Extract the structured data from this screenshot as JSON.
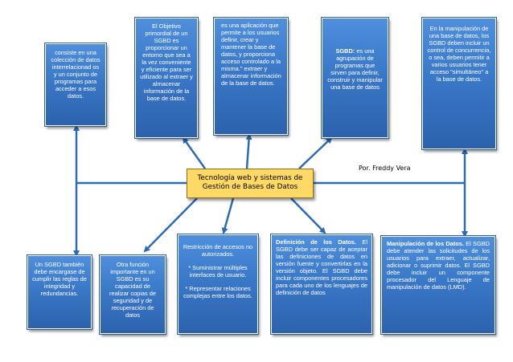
{
  "diagram": {
    "central": "Tecnología web y sistemas de Gestión de Bases de Datos",
    "author": "Por. Freddy Vera",
    "nodes": {
      "top1": "consiste en una colección de datos interrelacionad os y un conjunto de programas para acceder a esos datos.",
      "top2": "El Objetivo primordial de un SGBD es proporcionar un entorno que sea a la vez conveniente y eficiente para ser utilizado al extraer y almacenar información de la base de datos.",
      "top3": "es una aplicación que permite a los usuarios definir, crear y mantener la base de datos, y proporciona acceso controlado a la misma.\" extraer y almacenar información de la base de datos.",
      "top4_bold": "SGBD:",
      "top4": "es una agrupación de programas que sirven para definir, construir y manipular una base de datos",
      "top5": "En la manipulación de una base de datos, los SGBD deben incluir un control de concurrencia, o sea, deben permitir a varios usuarios tener acceso \"simultáneo\" a la base de datos.",
      "bottom1": "Un SGBD también debe encargase de cumplir las reglas de integridad y redundancias.",
      "bottom2": "Otra función importante en un SGBD es su capacidad de realizar copias de seguridad y de recuperación de datos",
      "bottom3": {
        "p1": "Restricción de accesos no autorizados.",
        "p2": "* Suministrar múltiples interfaces de usuario.",
        "p3": "* Representar relaciones complejas entre los datos."
      },
      "bottom4_bold": "Definición de los Datos.",
      "bottom4": "El SGBD debe ser capaz de aceptar las definiciones de datos en versión fuente y convertirlas en la versión objeto. El SGBD debe incluir componentes procesadores para cada uno de los lenguajes de definición de datos",
      "bottom5_bold": "Manipulación de los Datos.",
      "bottom5": "El SGBD debe atender las solicitudes de los usuarios para extraer, actualizar, adicionar o suprimir datos. El SGBD debe incluir un componente procesador del Lenguaje de manipulación de datos (LMD)."
    }
  },
  "colors": {
    "box_fill": "#3a78c8",
    "central_fill": "#ffd966",
    "line": "#2e5f9a"
  }
}
